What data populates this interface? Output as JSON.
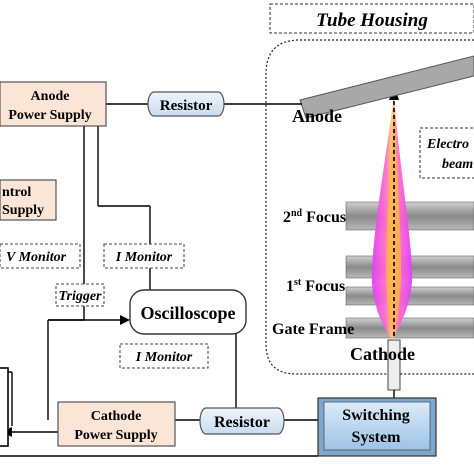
{
  "housing": {
    "title": "Tube Housing"
  },
  "anode_supply": {
    "line1": "Anode",
    "line2": "Power Supply"
  },
  "control_supply": {
    "line1": "ntrol",
    "line2": "Supply"
  },
  "cathode_supply": {
    "line1": "Cathode",
    "line2": "Power Supply"
  },
  "resistor_top": {
    "label": "Resistor"
  },
  "resistor_bottom": {
    "label": "Resistor"
  },
  "oscilloscope": {
    "label": "Oscilloscope"
  },
  "switching": {
    "line1": "Switching",
    "line2": "System"
  },
  "monitors": {
    "v_monitor": "V Monitor",
    "i_monitor_top": "I Monitor",
    "trigger": "Trigger",
    "i_monitor_bottom": "I Monitor"
  },
  "tube": {
    "anode": "Anode",
    "electron_beam_line1": "Electro",
    "electron_beam_line2": "beam",
    "focus2_num": "2",
    "focus2_sup": "nd",
    "focus2_word": " Focus",
    "focus1_num": "1",
    "focus1_sup": "st",
    "focus1_word": " Focus",
    "gate_frame": "Gate Frame",
    "cathode": "Cathode"
  },
  "colors": {
    "supply_fill": "#fbe5d6",
    "resistor_fill": "#deebf7",
    "switching_fill": "#bdd7ee",
    "beam_outer": "#e040fb",
    "beam_inner": "#ff9a3c",
    "electrode_gray": "#9a9a9a"
  }
}
